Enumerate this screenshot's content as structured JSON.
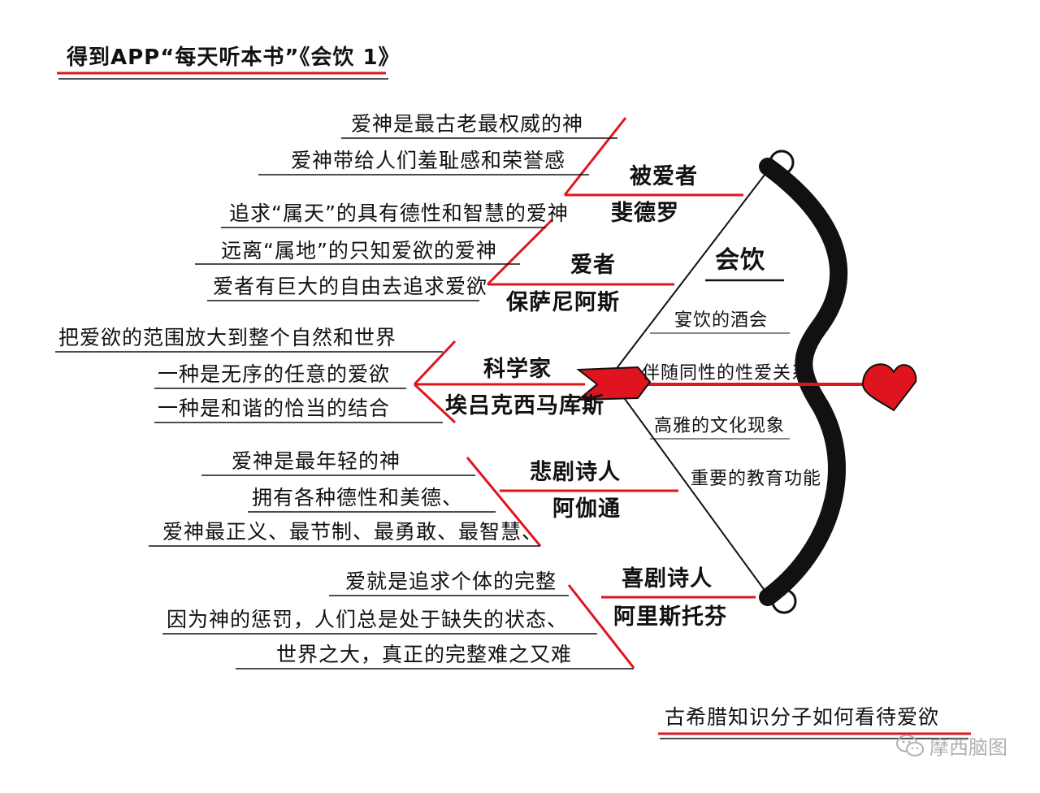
{
  "header": {
    "title": "得到APP“每天听本书”《会饮 1》"
  },
  "center": {
    "title": "会饮",
    "items": [
      "宴饮的酒会",
      "伴随同性的性爱关系",
      "高雅的文化现象",
      "重要的教育功能"
    ]
  },
  "branches": [
    {
      "speaker": [
        "被爱者",
        "斐德罗"
      ],
      "points": [
        "爱神是最古老最权威的神",
        "爱神带给人们羞耻感和荣誉感"
      ]
    },
    {
      "speaker": [
        "爱者",
        "保萨尼阿斯"
      ],
      "points": [
        "追求“属天”的具有德性和智慧的爱神",
        "远离“属地”的只知爱欲的爱神",
        "爱者有巨大的自由去追求爱欲"
      ]
    },
    {
      "speaker": [
        "科学家",
        "埃吕克西马库斯"
      ],
      "points": [
        "把爱欲的范围放大到整个自然和世界",
        "一种是无序的任意的爱欲",
        "一种是和谐的恰当的结合"
      ]
    },
    {
      "speaker": [
        "悲剧诗人",
        "阿伽通"
      ],
      "points": [
        "爱神是最年轻的神",
        "拥有各种德性和美德、",
        "爱神最正义、最节制、最勇敢、最智慧、"
      ]
    },
    {
      "speaker": [
        "喜剧诗人",
        "阿里斯托芬"
      ],
      "points": [
        "爱就是追求个体的完整",
        "因为神的惩罚，人们总是处于缺失的状态、",
        "世界之大，真正的完整难之又难"
      ]
    }
  ],
  "footer": {
    "subtitle": "古希腊知识分子如何看待爱欲"
  },
  "watermark": {
    "text": "摩西脑图",
    "icon": "wechat-icon"
  },
  "colors": {
    "accent": "#e0141e",
    "ink": "#111111",
    "watermark": "#b0b0b0"
  }
}
